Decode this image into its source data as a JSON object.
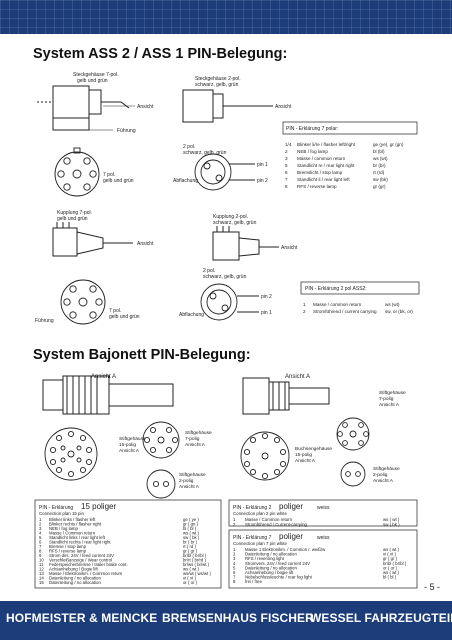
{
  "headings": {
    "section1": "System ASS 2 / ASS 1 PIN-Belegung:",
    "section2": "System Bajonett PIN-Belegung:"
  },
  "diagram1": {
    "housing7_label": [
      "Steckgehäuse 7-pol.",
      "gelb und grün"
    ],
    "ansicht": "Ansicht",
    "fuehrung": "Führung",
    "pol7_label": [
      "7 pol.",
      "gelb und grün"
    ],
    "housing2_label": [
      "Steckgehäuse 2-pol.",
      "schwarz, gelb, grün"
    ],
    "pol2_label": [
      "2 pol.",
      "schwarz, gelb, grün"
    ],
    "abflachung": "Abflachung",
    "pin1": "pin 1",
    "pin2": "pin 2",
    "pin7_title": "PIN - Erklärung 7 polar:",
    "pin7_rows": [
      {
        "n": "1/4",
        "desc": "Blinker li/re / flasher left/right",
        "code": "ge (ye), gr (gn)"
      },
      {
        "n": "2",
        "desc": "NEB / fog lamp",
        "code": "bl (bl)"
      },
      {
        "n": "3",
        "desc": "Masse / common return",
        "code": "ws (wt)"
      },
      {
        "n": "5",
        "desc": "Standlicht re / rear light right",
        "code": "br (br)"
      },
      {
        "n": "6",
        "desc": "Bremslicht / stop lamp",
        "code": "rt (rd)"
      },
      {
        "n": "7",
        "desc": "Standlicht li / rear light left",
        "code": "sw (bk)"
      },
      {
        "n": "8",
        "desc": "RFS / reverse lamp",
        "code": "gr (gr)"
      }
    ]
  },
  "diagram2": {
    "kupplung7_label": [
      "Kupplung 7-pol.",
      "gelb und grün"
    ],
    "ansicht": "Ansicht",
    "kupplung2_label": [
      "Kupplung 2-pol.",
      "schwarz, gelb, grün"
    ],
    "fuehrung": "Führung",
    "pol7_label": [
      "7 pol.",
      "gelb und grün"
    ],
    "pol2_label": [
      "2 pol.",
      "schwarz, gelb, grün"
    ],
    "abflachung": "Abflachung",
    "pin1": "pin 1",
    "pin2": "pin 2",
    "pin2_title": "PIN - Erklärung 2 pol ASS2:",
    "pin2_rows": [
      {
        "n": "1",
        "desc": "Masse / common return",
        "code": "ws (wt)"
      },
      {
        "n": "2",
        "desc": "Stromführend / current carrying",
        "code": "sw, or (bk, or)"
      }
    ]
  },
  "bajonett": {
    "ansicht_a1": "Ansicht A",
    "ansicht_a2": "Ansicht A",
    "stift15_label": [
      "Stiftgehäuse",
      "15-polig",
      "Ansicht A"
    ],
    "stift7_label": [
      "Stiftgehäuse",
      "7-polig",
      "Ansicht A"
    ],
    "buchse15_label": [
      "Buchsengehäuse",
      "15-polig",
      "Ansicht A"
    ],
    "stift7b_label": [
      "Stiftgehäuse",
      "7-polig",
      "Ansicht A"
    ],
    "stift2_label": [
      "Stiftgehäuse",
      "2-polig",
      "Ansicht A"
    ],
    "stift2b_label": [
      "Stiftgehäuse",
      "2-polig",
      "Ansicht A"
    ],
    "pin15_title_prefix": "PIN - Erklärung",
    "pin15_title_big": "15 poliger",
    "pin15_subtitle": "Connection plan 15 pin",
    "pin15_rows": [
      {
        "n": "1",
        "desc": "Blinker links / flasher left",
        "code": "ge ( ye )"
      },
      {
        "n": "2",
        "desc": "Blinker rechts / flasher right",
        "code": "gr ( gn )"
      },
      {
        "n": "3",
        "desc": "NEB / fog lamp",
        "code": "bl ( bl )"
      },
      {
        "n": "4",
        "desc": "Masse / Common return",
        "code": "ws ( wt )"
      },
      {
        "n": "5",
        "desc": "Standlicht links / rear light left",
        "code": "sw ( bk )"
      },
      {
        "n": "6",
        "desc": "Standlicht rechts / rear light right",
        "code": "br ( br )"
      },
      {
        "n": "7",
        "desc": "Bremse / stop lamp",
        "code": "rt ( rd )"
      },
      {
        "n": "8",
        "desc": "RFS / reverse lamp",
        "code": "gr ( gr )"
      },
      {
        "n": "9",
        "desc": "Strom dirs. 24V / feed current 24V",
        "code": "br/bl ( br/bl )"
      },
      {
        "n": "10",
        "desc": "Verschleißanzeige / Wear control",
        "code": "br/rt ( br/rd )"
      },
      {
        "n": "11",
        "desc": "Federspeicherbremse / trailer brake cont.",
        "code": "br/ws ( br/wt )"
      },
      {
        "n": "12",
        "desc": "Achsanhebung / Bogie lift",
        "code": "ws ( wt )"
      },
      {
        "n": "13",
        "desc": "Masse / Elektronikm. / Common return",
        "code": "ws/wt ( ws/wt )"
      },
      {
        "n": "14",
        "desc": "Datenleitung / no allocation",
        "code": "vi ( vt )"
      },
      {
        "n": "15",
        "desc": "Datenleitung / no allocation",
        "code": "or ( or )"
      }
    ],
    "pin2w_title_prefix": "PIN - Erklärung 2",
    "pin2w_title_big": "poliger",
    "pin2w_title_suffix": "weiss",
    "pin2w_subtitle": "Connection plan 2 pin white",
    "pin2w_rows": [
      {
        "n": "1",
        "desc": "Masse / Common return",
        "code": "ws ( wt )"
      },
      {
        "n": "2",
        "desc": "Stromführend / Current-carrying",
        "code": "sw ( bk )"
      }
    ],
    "pin7w_title_prefix": "PIN - Erklärung 7",
    "pin7w_title_big": "poliger",
    "pin7w_title_suffix": "weiss",
    "pin7w_subtitle": "Connection plan 7 pin white",
    "pin7w_rows": [
      {
        "n": "1",
        "desc": "Masse 1 Elektronikm. / Common r. weiß/w",
        "code": "ws ( wt )"
      },
      {
        "n": "2",
        "desc": "Datenleitung / no allocation",
        "code": "vi ( vt )"
      },
      {
        "n": "3",
        "desc": "RFS / reversing light",
        "code": "gr ( gr )"
      },
      {
        "n": "4",
        "desc": "Stromvers. 24V / feed current 24V",
        "code": "br/bl ( br/bl )"
      },
      {
        "n": "5",
        "desc": "Datenleitung / no allocation",
        "code": "or ( or )"
      },
      {
        "n": "6",
        "desc": "Achsanhebung / bogie lift",
        "code": "ws ( wt )"
      },
      {
        "n": "7",
        "desc": "Nebelschlussleuchte / rear fog light",
        "code": "bl ( bl )"
      },
      {
        "n": "8",
        "desc": "frei / free",
        "code": ""
      }
    ]
  },
  "page_number": "- 5 -",
  "footer": {
    "brand1": "HOFMEISTER & MEINCKE",
    "brand2": "BREMSENHAUS FISCHER",
    "brand3": "WESSEL FAHRZEUGTEILE"
  },
  "colors": {
    "brand_blue": "#1c3d7a",
    "footer_blue": "#1c3d7a"
  }
}
